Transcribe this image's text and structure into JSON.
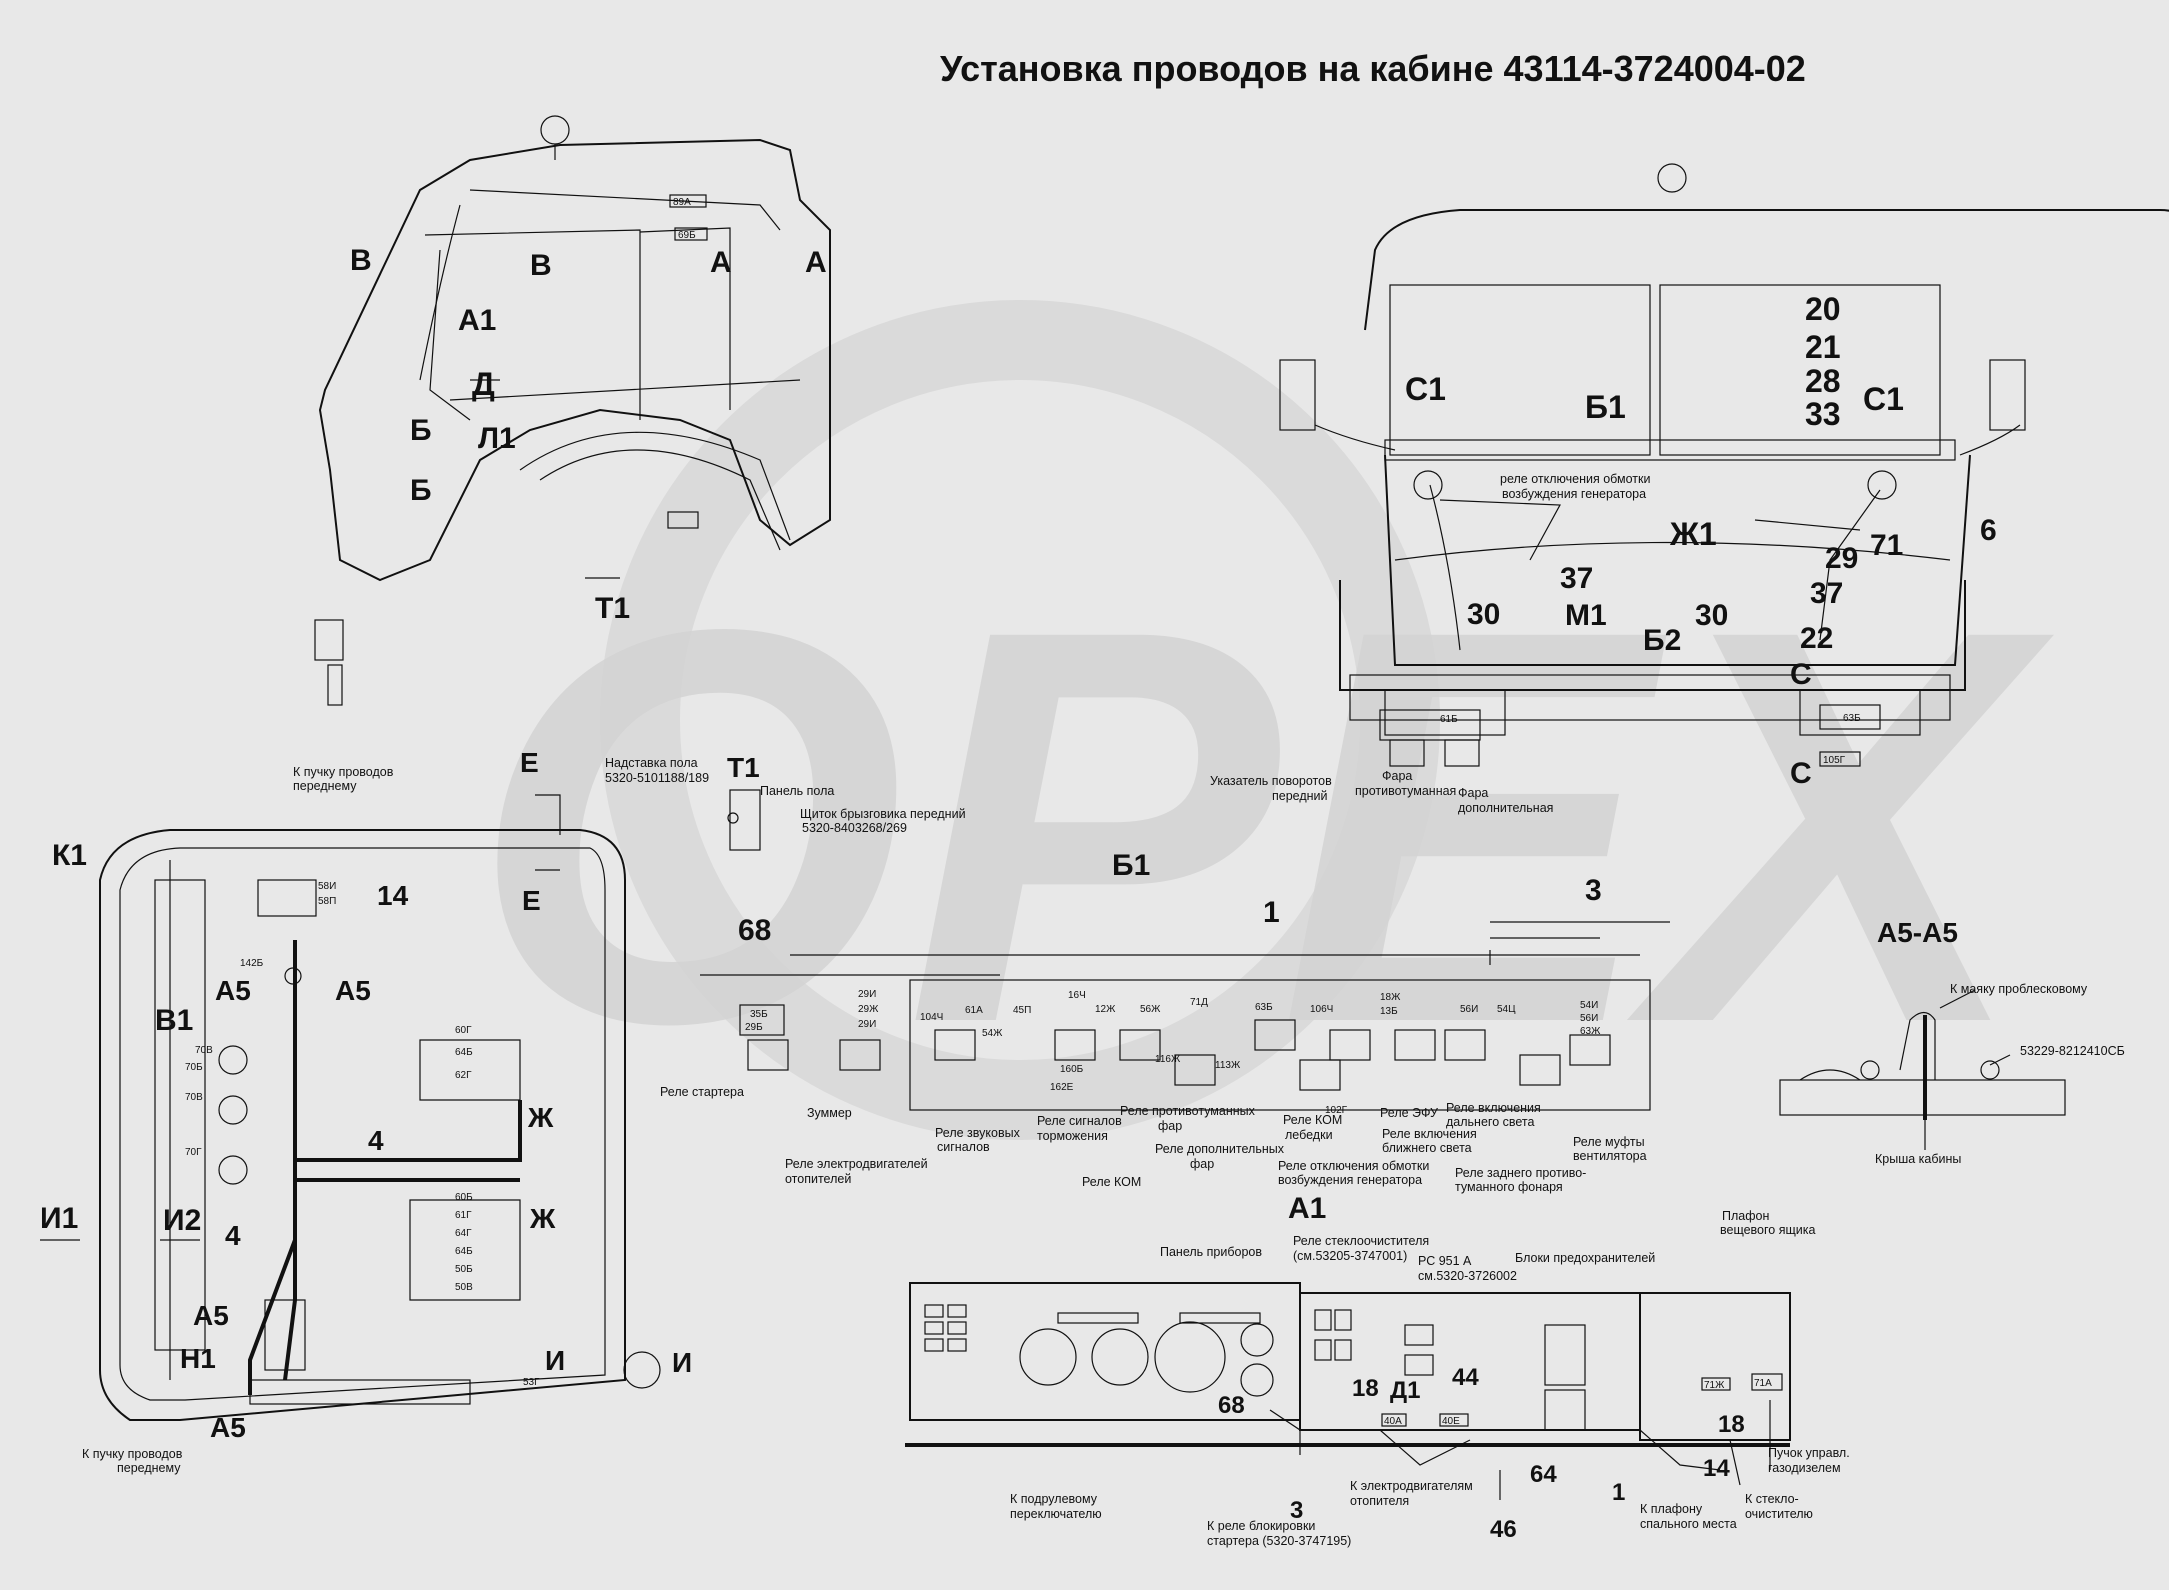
{
  "title": "Установка проводов на кабине 43114-3724004-02",
  "watermark": "OPEX",
  "colors": {
    "background": "#e8e8e8",
    "ink": "#111111",
    "watermark": "#d6d6d6"
  },
  "side_view": {
    "labels": [
      "В",
      "В",
      "А",
      "А",
      "А1",
      "Д",
      "Б",
      "Л1",
      "Б",
      "Т1"
    ],
    "tags": [
      "89А",
      "69Б"
    ]
  },
  "front_view": {
    "labels": [
      "20",
      "21",
      "28",
      "33",
      "С1",
      "С1",
      "Б1",
      "Ж1",
      "6",
      "71",
      "29",
      "37",
      "37",
      "30",
      "30",
      "М1",
      "Б2",
      "22",
      "С",
      "С"
    ],
    "callouts": {
      "relay_excitation": "реле отключения обмотки\nвозбуждения генератора",
      "turn_indicator": "Указатель поворотов\nпередний",
      "fog_light": "Фара\nпротивотуманная",
      "extra_light": "Фара\nдополнительная"
    },
    "tags": [
      "61Б",
      "63Б",
      "105Г"
    ]
  },
  "floor_view": {
    "labels": [
      "Е",
      "Е",
      "Т1",
      "14"
    ],
    "callouts": {
      "floor_insert": "Надставка пола\n5320-5101188/189",
      "floor_panel": "Панель пола",
      "splash_shield": "Щиток брызговика передний\n5320-8403268/269",
      "to_front_harness_top": "К пучку проводов\nпереднему"
    }
  },
  "rear_view": {
    "labels": [
      "К1",
      "В1",
      "А5",
      "А5",
      "4",
      "Ж",
      "И1",
      "И2",
      "4",
      "Ж",
      "А5",
      "Н1",
      "А5",
      "И",
      "И"
    ],
    "callouts": {
      "to_front_harness_bottom": "К пучку проводов\nпереднему"
    },
    "tags": [
      "58И",
      "58П",
      "142Б",
      "70В",
      "70Б",
      "70В",
      "70Г",
      "60Г",
      "64Б",
      "62Г",
      "60Б",
      "61Г",
      "64Г",
      "64Б",
      "50Б",
      "50В",
      "53Г"
    ]
  },
  "relay_panel": {
    "labels": [
      "68",
      "Б1",
      "1",
      "3",
      "А1"
    ],
    "callouts": [
      "Реле стартера",
      "Зуммер",
      "Реле электродвигателей\nотопителей",
      "Реле звуковых\nсигналов",
      "Реле сигналов\nторможения",
      "Реле противотуманных\nфар",
      "Реле КОМ",
      "Реле дополнительных\nфар",
      "Реле КОМ\nлебедки",
      "Реле отключения обмотки\nвозбуждения генератора",
      "Реле ЭФУ",
      "Реле включения\nближнего света",
      "Реле включения\nдальнего света",
      "Реле заднего противо-\nтуманного фонаря",
      "Реле муфты\nвентилятора"
    ],
    "tags": [
      "35Б",
      "29Б",
      "29И",
      "29Ж",
      "29И",
      "104Ч",
      "61А",
      "45П",
      "54Ж",
      "16Ч",
      "12Ж",
      "56Ж",
      "71Д",
      "63Б",
      "106Ч",
      "18Ж",
      "13Б",
      "56И",
      "54Ц",
      "54И",
      "56И",
      "63Ж",
      "160Б",
      "162Е",
      "116Ж",
      "113Ж",
      "102Г"
    ]
  },
  "section_a5": {
    "label": "А5-А5",
    "callouts": {
      "beacon": "К маяку проблесковому",
      "part": "53229-8212410СБ",
      "roof": "Крыша кабины"
    }
  },
  "dashboard": {
    "labels": [
      "68",
      "18",
      "Д1",
      "44",
      "64",
      "46",
      "3",
      "1",
      "14",
      "18"
    ],
    "callouts": [
      "Панель приборов",
      "Реле стеклоочистителя\n(см.53205-3747001)",
      "РС 951 А\nсм.5320-3726002",
      "Блоки предохранителей",
      "Плафон\nвещевого ящика",
      "К подрулевому\nпереключателю",
      "К реле блокировки\nстартера (5320-3747195)",
      "К электродвигателям\nотопителя",
      "К плафону\nспального места",
      "К стекло-\nочистителю",
      "Пучок управл.\nгазодизелем"
    ],
    "tags": [
      "40А",
      "40Е",
      "71Ж",
      "71А"
    ]
  }
}
